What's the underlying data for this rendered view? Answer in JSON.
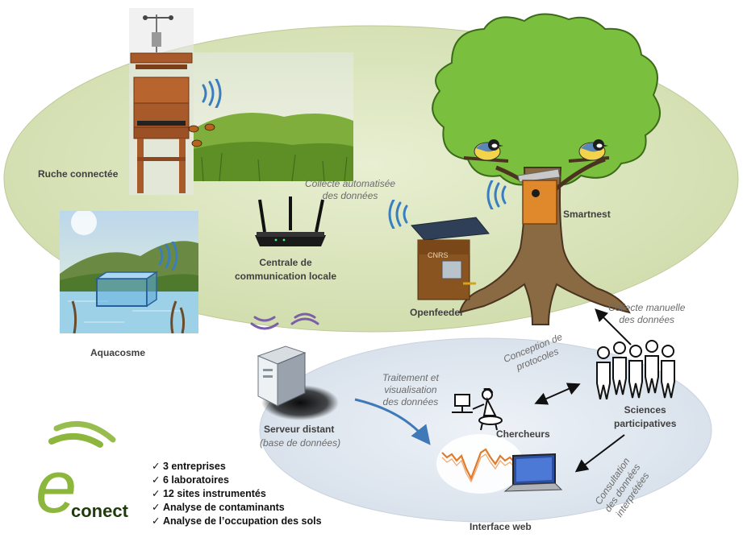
{
  "colors": {
    "upper_ellipse": "#dfe8c4",
    "lower_ellipse": "#e4ebf3",
    "logo_green": "#8cb63c",
    "logo_dark": "#1f3b0e",
    "label_gray": "#3f3f3f",
    "italic_gray": "#6b6b6b",
    "wifi_blue": "#3a7ebf",
    "wifi_purple": "#7b5fa8"
  },
  "labels": {
    "ruche": "Ruche connectée",
    "aquacosme": "Aquacosme",
    "centrale": [
      "Centrale de",
      "communication locale"
    ],
    "openfeeder": "Openfeeder",
    "smartnest": "Smartnest",
    "serveur": "Serveur distant",
    "serveur_sub": "(base de données)",
    "chercheurs": "Chercheurs",
    "sciences": [
      "Sciences",
      "participatives"
    ],
    "interface": "Interface web",
    "collecte_auto": [
      "Collecte automatisée",
      "des données"
    ],
    "collecte_manuelle": [
      "Collecte manuelle",
      "des données"
    ],
    "traitement": [
      "Traitement et",
      "visualisation",
      "des données"
    ],
    "conception": [
      "Conception de",
      "protocoles"
    ],
    "consultation": [
      "Consultation",
      "des données",
      "interprétées"
    ]
  },
  "feeder_sign": "CNRS",
  "logo": {
    "e": "e",
    "rest": "conect"
  },
  "stats": [
    "3 entreprises",
    "6 laboratoires",
    "12 sites instrumentés",
    "Analyse de contaminants",
    "Analyse de l’occupation des sols"
  ],
  "icons": [
    "wifi-icon",
    "router-icon",
    "server-icon",
    "laptop-icon",
    "researcher-icon",
    "crowd-icon",
    "beehive-icon",
    "tree-icon",
    "bird-icon",
    "nestbox-icon",
    "feeder-icon",
    "water-tank-icon",
    "chart-icon"
  ]
}
